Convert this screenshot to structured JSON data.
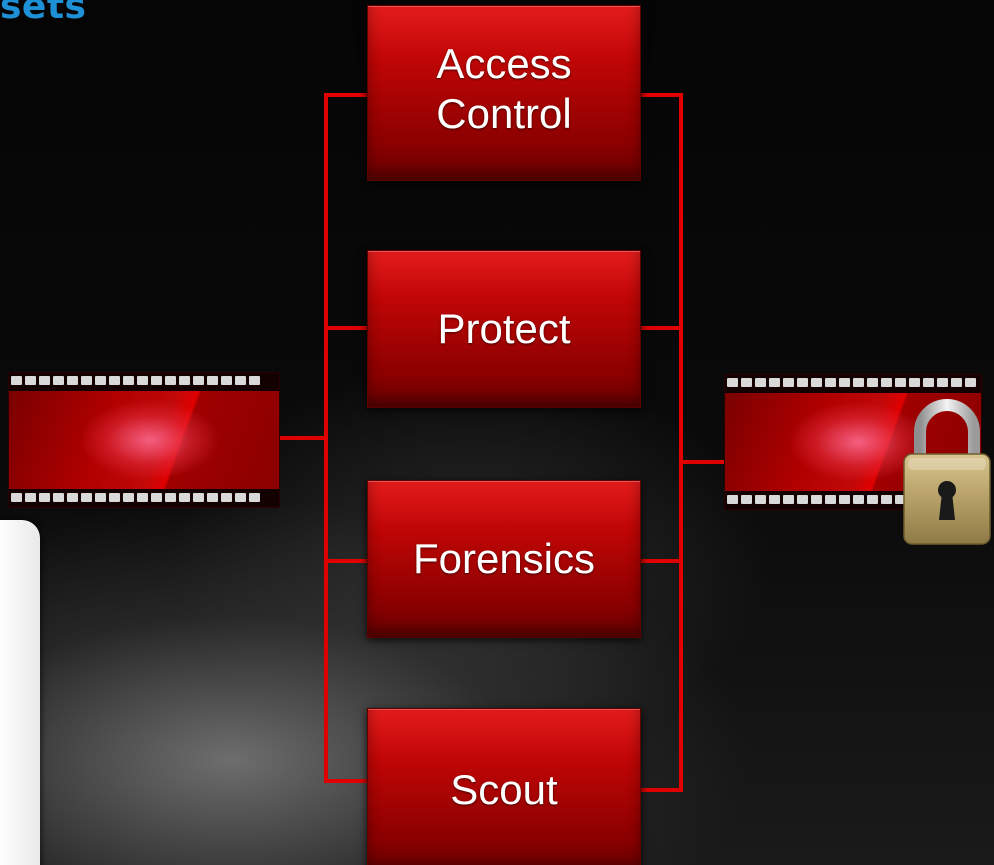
{
  "title_fragment": "sets",
  "boxes": [
    {
      "id": "access-control",
      "label": "Access\nControl"
    },
    {
      "id": "protect",
      "label": "Protect"
    },
    {
      "id": "forensics",
      "label": "Forensics"
    },
    {
      "id": "scout",
      "label": "Scout"
    }
  ],
  "colors": {
    "box_red": "#c10606",
    "connector": "#e00000",
    "title_blue": "#1e90d6",
    "film_frame": "#b00000",
    "lock_gold": "#b9a36a"
  },
  "icons": {
    "film_left": "film-strip-icon",
    "film_right": "film-strip-icon",
    "lock": "padlock-icon"
  }
}
